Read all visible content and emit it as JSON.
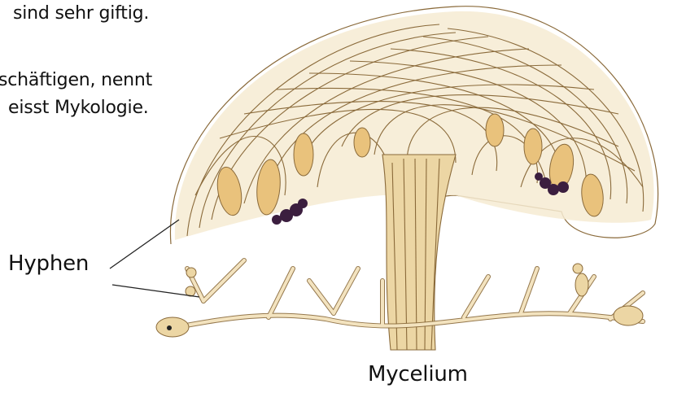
{
  "text": {
    "line1": "sind sehr giftig.",
    "line2": "schäftigen, nennt",
    "line3": "eisst Mykologie."
  },
  "labels": {
    "hyphen": "Hyphen",
    "mycelium": "Mycelium"
  },
  "colors": {
    "hypha_fill": "#f3e3bf",
    "hypha_stroke": "#8a6a3a",
    "basidium_fill": "#e9c27c",
    "spore": "#3b1e3f",
    "stipe": "#c79e63",
    "leader_line": "#222222"
  }
}
